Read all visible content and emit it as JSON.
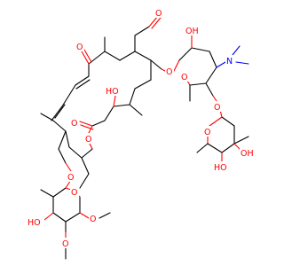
{
  "structure": {
    "colors": {
      "bond": "#000000",
      "oxygen": "#ff0000",
      "nitrogen": "#0000ff",
      "background": "#ffffff"
    },
    "atom_labels": {
      "aldehyde_o": "O",
      "ketone_o": "O",
      "lactone_carbonyl_o": "O",
      "lactone_ring_o": "O",
      "c9_ho": "HO",
      "glycoside_o1": "O",
      "glycoside_o2": "O",
      "glycoside_o3": "O",
      "glycoside_o4": "O",
      "desosamine_ring_o": "O",
      "desosamine_oh": "OH",
      "dimethylamino_n": "N",
      "mycarose_ring_o": "O",
      "mycarose_oh_a": "OH",
      "mycarose_oh_b": "HO",
      "mycinose_ring_o": "O",
      "mycinose_oh": "HO",
      "mycinose_ome_a": "O",
      "mycinose_ome_b": "O"
    }
  }
}
